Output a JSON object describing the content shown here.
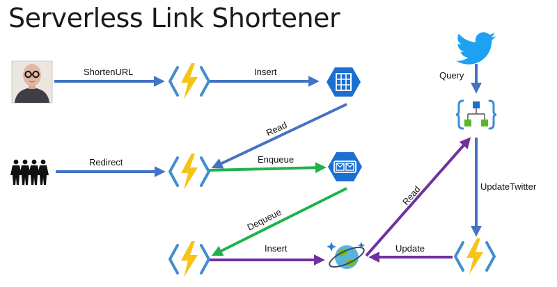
{
  "title": "Serverless Link Shortener",
  "labels": {
    "shorten": "ShortenURL",
    "insert_table": "Insert",
    "read_table": "Read",
    "redirect": "Redirect",
    "enqueue": "Enqueue",
    "dequeue": "Dequeue",
    "insert_db": "Insert",
    "read_db": "Read",
    "query": "Query",
    "update_twitter": "UpdateTwitter",
    "update": "Update"
  },
  "colors": {
    "blue_arrow": "#4472c4",
    "green_arrow": "#22b14c",
    "purple_arrow": "#7030a0",
    "function_yellow": "#f7c315",
    "function_bracket": "#3e8ed0",
    "storage_blue": "#1a6fd1",
    "twitter_blue": "#1da1f2",
    "logicapp_green": "#59b62b"
  },
  "icons": {
    "user": "user-photo-icon",
    "crowd": "users-group-icon",
    "function": "azure-function-icon",
    "table": "table-storage-icon",
    "queue": "queue-storage-icon",
    "cosmos": "cosmos-db-icon",
    "twitter": "twitter-bird-icon",
    "logic_app": "logic-app-icon"
  }
}
